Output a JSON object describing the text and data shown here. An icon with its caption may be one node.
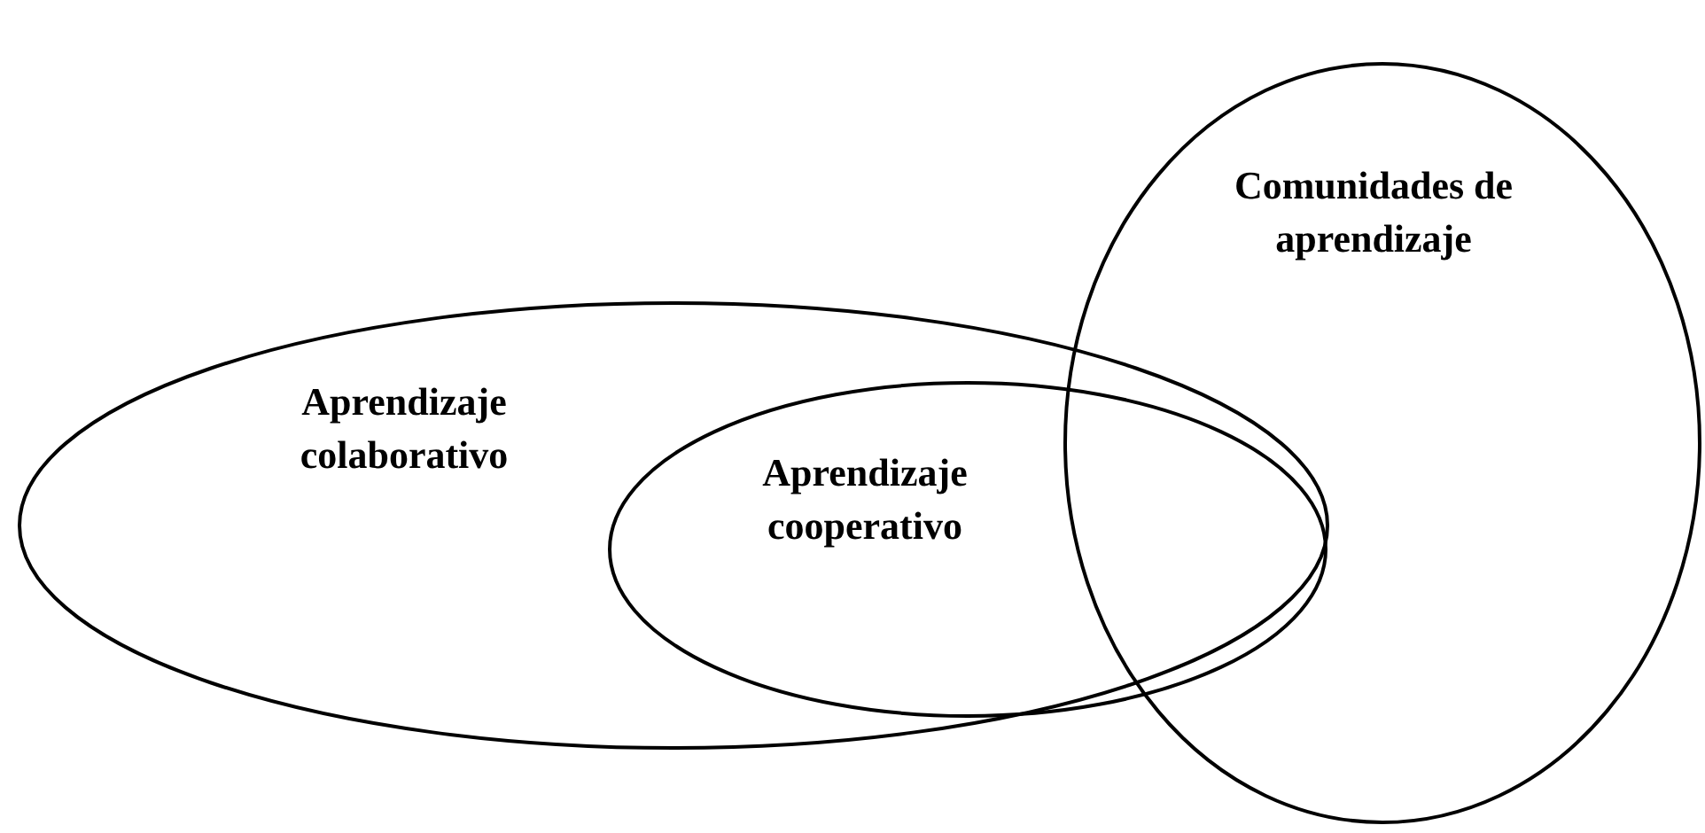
{
  "diagram": {
    "nodes": [
      {
        "text": [
          "Aprendizaje colaborativo"
        ]
      },
      {
        "text": [
          "Aprendizaje cooperativo"
        ],
        "in": 0
      },
      {
        "text": [
          "Comunidades de aprendizaje"
        ]
      }
    ],
    "edges": []
  }
}
